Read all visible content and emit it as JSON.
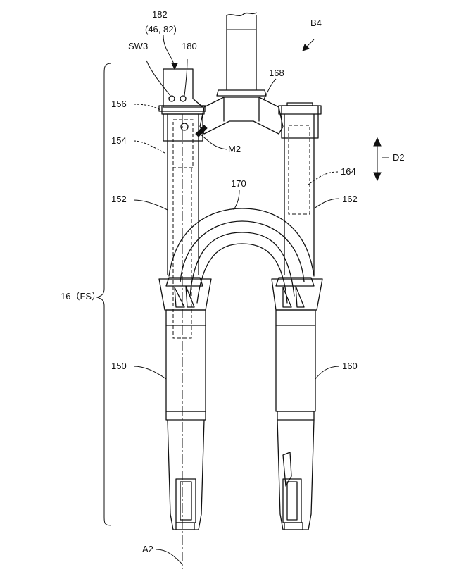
{
  "figure": {
    "view_label": "B4",
    "labels": {
      "fs": "16（FS）",
      "l182": "182",
      "l182_sub": "(46, 82)",
      "lsw3": "SW3",
      "l180": "180",
      "l168": "168",
      "l156": "156",
      "l154": "154",
      "lm2": "M2",
      "ld2": "D2",
      "l164": "164",
      "l170": "170",
      "l152": "152",
      "l162": "162",
      "l150": "150",
      "l160": "160",
      "la2": "A2"
    }
  }
}
